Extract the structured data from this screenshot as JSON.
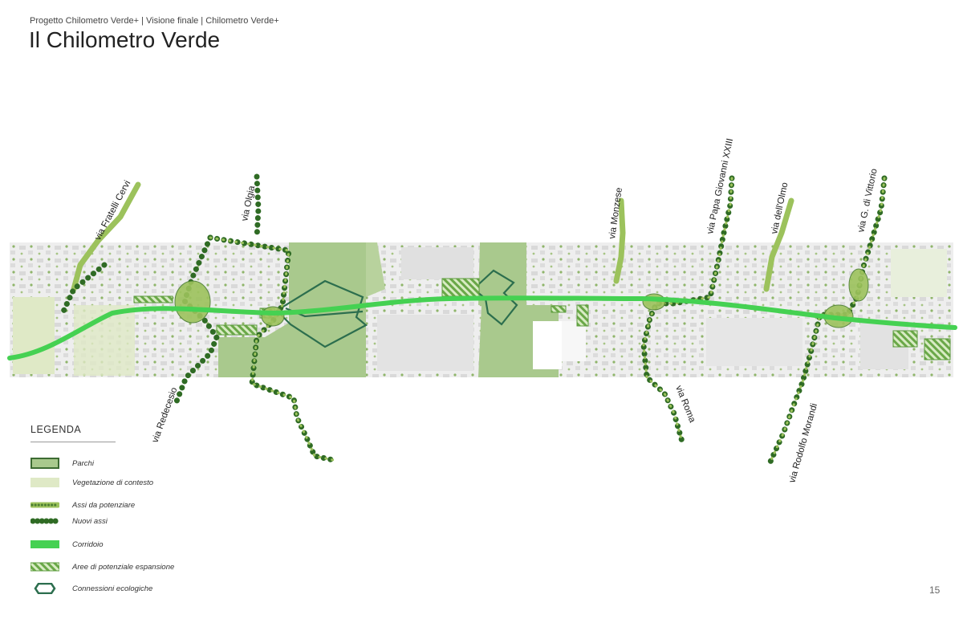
{
  "header": {
    "breadcrumb": "Progetto Chilometro Verde+ | Visione finale | Chilometro Verde+",
    "title": "Il Chilometro Verde"
  },
  "map": {
    "road_labels": [
      "via Fratelli Cervi",
      "via Olgia",
      "via Redecesio",
      "via Monzese",
      "via Papa Giovanni XXIII",
      "via dell'Olmo",
      "via G. di Vittorio",
      "via Roma",
      "via Rodolfo Morandi"
    ],
    "colors": {
      "park": "#a9c98d",
      "park_border": "#3d6b32",
      "context_vegetation": "#dfe9c6",
      "axis_to_enhance": "#9cc25c",
      "new_axis": "#2f6b24",
      "corridor": "#45d152",
      "expansion_hatch": "#6aa848",
      "ecological_connection": "#2c6e4e"
    }
  },
  "legend": {
    "title": "LEGENDA",
    "items": [
      {
        "label": "Parchi",
        "icon": "park-swatch-icon"
      },
      {
        "label": "Vegetazione di contesto",
        "icon": "context-vegetation-swatch-icon"
      },
      {
        "label": "Assi da potenziare",
        "icon": "axis-to-enhance-icon"
      },
      {
        "label": "Nuovi assi",
        "icon": "new-axis-icon"
      },
      {
        "label": "Corridoio",
        "icon": "corridor-icon"
      },
      {
        "label": "Aree di potenziale espansione",
        "icon": "expansion-area-icon"
      },
      {
        "label": "Connessioni ecologiche",
        "icon": "ecological-connection-icon"
      }
    ]
  },
  "page_number": "15"
}
